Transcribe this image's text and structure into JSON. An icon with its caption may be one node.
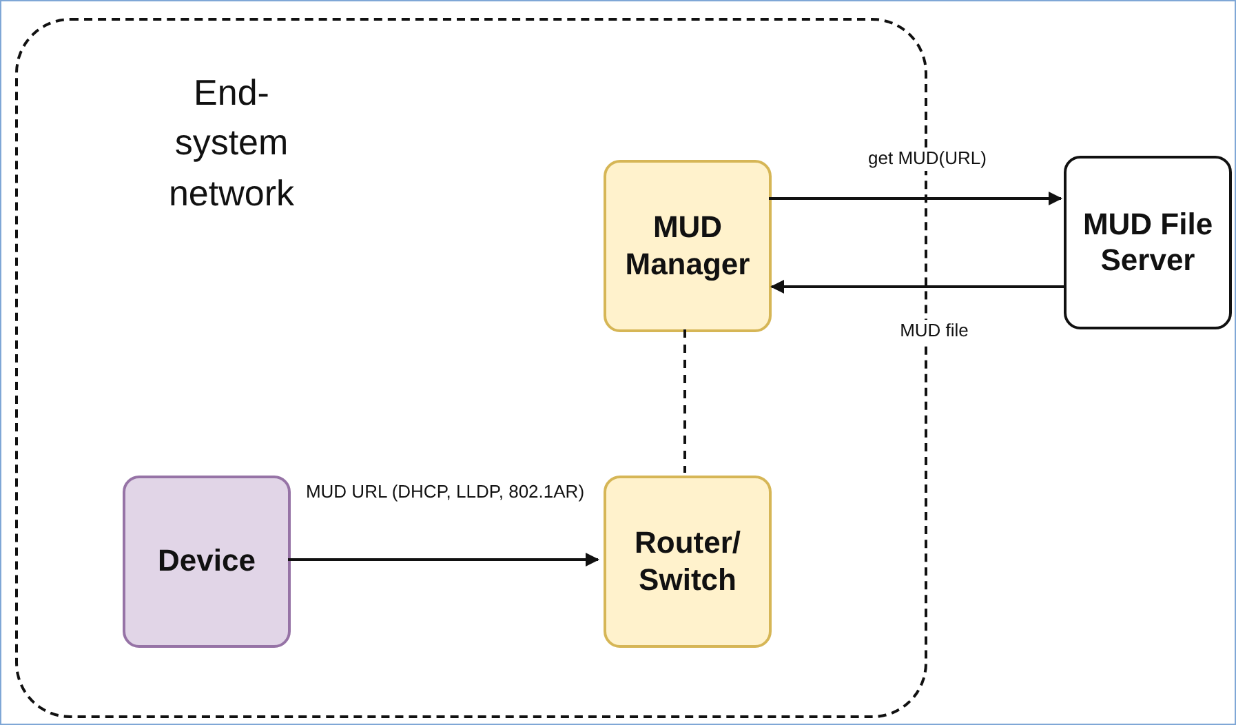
{
  "diagram": {
    "nodes": [
      {
        "text": [
          "End-system network"
        ]
      },
      {
        "text": [
          "MUD Manager"
        ],
        "in": 0
      },
      {
        "text": [
          "MUD File Server"
        ]
      },
      {
        "text": [
          "Device"
        ],
        "in": 0
      },
      {
        "text": [
          "Router/ Switch"
        ],
        "in": 0
      }
    ],
    "edges": [
      {
        "from": 1,
        "to": 2,
        "arrow": "to",
        "label": "get MUD(URL)"
      },
      {
        "from": 2,
        "to": 1,
        "arrow": "to",
        "label": "MUD file"
      },
      {
        "from": 1,
        "to": 4,
        "arrow": "none",
        "style": "dashed"
      },
      {
        "from": 3,
        "to": 4,
        "arrow": "to",
        "label": "MUD URL (DHCP, LLDP, 802.1AR)"
      }
    ]
  }
}
